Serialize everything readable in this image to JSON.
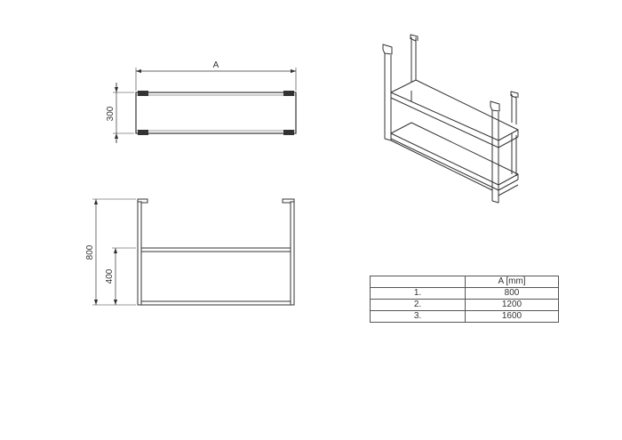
{
  "top_view": {
    "width_label": "A",
    "depth_label": "300"
  },
  "front_view": {
    "height_label": "800",
    "shelf_height_label": "400"
  },
  "table": {
    "header": [
      "",
      "A [mm]"
    ],
    "rows": [
      [
        "1.",
        "800"
      ],
      [
        "2.",
        "1200"
      ],
      [
        "3.",
        "1600"
      ]
    ]
  }
}
